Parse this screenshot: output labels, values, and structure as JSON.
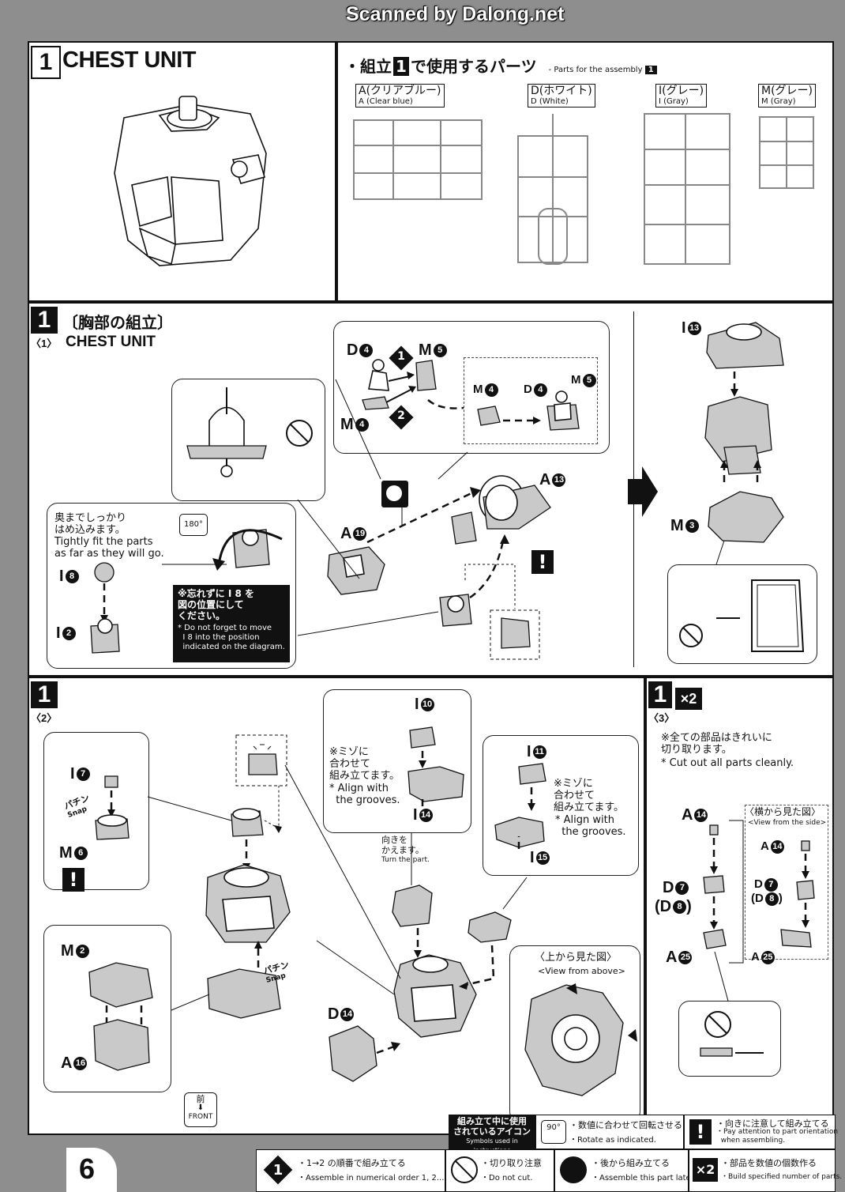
{
  "watermark": "Scanned by Dalong.net",
  "page_number": "6",
  "header": {
    "step": "1",
    "title": "CHEST UNIT"
  },
  "parts_panel": {
    "bullet": "・",
    "title_jp_pre": "組立",
    "title_step": "1",
    "title_jp_post": "で使用するパーツ",
    "title_en_pre": "- Parts for the assembly",
    "title_en_step": "1",
    "runners": [
      {
        "label_jp": "A(クリアブルー)",
        "label_en": "A (Clear blue)"
      },
      {
        "label_jp": "D(ホワイト)",
        "label_en": "D (White)"
      },
      {
        "label_jp": "I(グレー)",
        "label_en": "I (Gray)"
      },
      {
        "label_jp": "M(グレー)",
        "label_en": "M (Gray)"
      }
    ]
  },
  "section1": {
    "num": "1",
    "title_jp": "〔胸部の組立〕",
    "sub": "〈1〉",
    "title_en": "CHEST UNIT",
    "parts": {
      "d4": "D",
      "d4n": "4",
      "m5": "M",
      "m5n": "5",
      "m4": "M",
      "m4n": "4",
      "order1": "1",
      "order2": "2",
      "inset_m4": "M",
      "inset_m4n": "4",
      "inset_d4": "D",
      "inset_d4n": "4",
      "inset_m5": "M",
      "inset_m5n": "5",
      "a13": "A",
      "a13n": "13",
      "a19": "A",
      "a19n": "19",
      "i8": "I",
      "i8n": "8",
      "i2": "I",
      "i2n": "2",
      "i13": "I",
      "i13n": "13",
      "m3": "M",
      "m3n": "3"
    },
    "rotate_badge": "180°",
    "tight_jp": "奥までしっかり\nはめ込みます。",
    "tight_en": "Tightly fit the parts\nas far as they will go.",
    "note_jp": "※忘れずに I 8 を\n図の位置にして\nください。",
    "note_en": "* Do not forget to move\n  I 8 into the position\n  indicated on the diagram.",
    "caution_mark": "!"
  },
  "section2": {
    "num": "1",
    "sub": "〈2〉",
    "parts": {
      "i7": "I",
      "i7n": "7",
      "m6": "M",
      "m6n": "6",
      "m2": "M",
      "m2n": "2",
      "a16": "A",
      "a16n": "16",
      "i10": "I",
      "i10n": "10",
      "i14": "I",
      "i14n": "14",
      "i11": "I",
      "i11n": "11",
      "i15": "I",
      "i15n": "15",
      "d14": "D",
      "d14n": "14"
    },
    "snap_jp": "パチン",
    "snap_en": "Snap",
    "groove_jp": "※ミゾに\n合わせて\n組み立てます。",
    "groove_en": "* Align with\n  the grooves.",
    "turn_jp": "向きを\nかえます。",
    "turn_en": "Turn the part.",
    "view_above_jp": "〈上から見た図〉",
    "view_above_en": "<View from above>",
    "front_jp": "前",
    "front_en": "FRONT",
    "caution_mark": "!"
  },
  "section3": {
    "num": "1",
    "multiplier": "×2",
    "sub": "〈3〉",
    "cut_jp": "※全ての部品はきれいに\n切り取ります。",
    "cut_en": "* Cut out all parts cleanly.",
    "view_side_jp": "〈横から見た図〉",
    "view_side_en": "<View from the side>",
    "parts": {
      "a14": "A",
      "a14n": "14",
      "d7": "D",
      "d7n": "7",
      "d8": "(D",
      "d8n": "8",
      "d8close": ")",
      "a25": "A",
      "a25n": "25"
    }
  },
  "legend": {
    "title_jp": "組み立て中に使用\nされているアイコン",
    "title_en": "Symbols used in instructions",
    "items": [
      {
        "icon": "90°",
        "jp": "・数値に合わせて回転させる",
        "en": "・Rotate as indicated."
      },
      {
        "icon": "!",
        "jp": "・向きに注意して組み立てる",
        "en": "・Pay attention to part orientation\n  when assembling."
      },
      {
        "icon": "1",
        "jp": "・1→2 の順番で組み立てる",
        "en": "・Assemble in numerical order 1, 2..."
      },
      {
        "icon": "no-cut",
        "jp": "・切り取り注意",
        "en": "・Do not cut."
      },
      {
        "icon": "later",
        "jp": "・後から組み立てる",
        "en": "・Assemble this part later."
      },
      {
        "icon": "×2",
        "jp": "・部品を数値の個数作る",
        "en": "・Build specified number of parts."
      }
    ]
  }
}
